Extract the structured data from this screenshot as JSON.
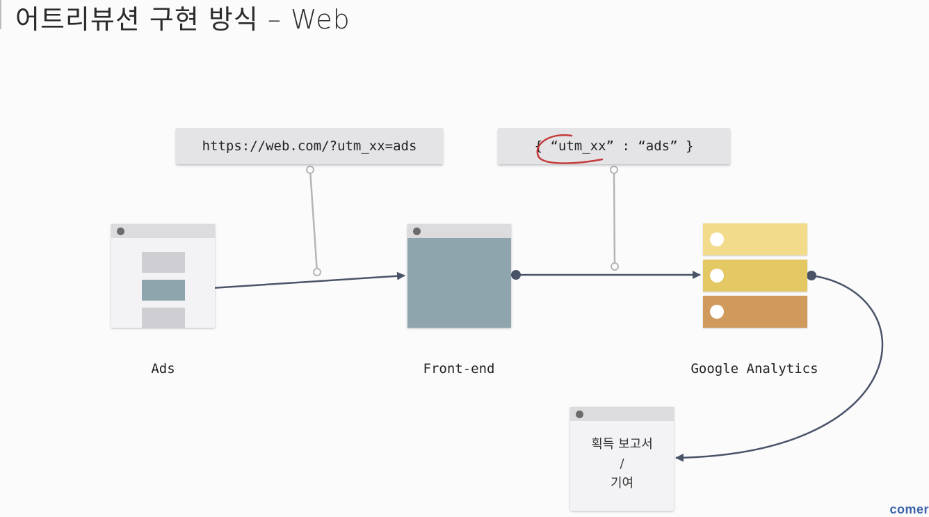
{
  "title": "어트리뷰션 구현 방식 – Web",
  "url_box": {
    "text": "https://web.com/?utm_xx=ads"
  },
  "json_box": {
    "text": "{ “utm_xx” : “ads” }"
  },
  "nodes": {
    "ads": {
      "label": "Ads"
    },
    "frontend": {
      "label": "Front-end"
    },
    "analytics": {
      "label": "Google Analytics"
    },
    "report": {
      "line1": "획득 보고서",
      "line2": "/",
      "line3": "기여"
    }
  },
  "brand": "comer",
  "colors": {
    "arrow": "#4a5468",
    "connector": "#b5b5b5",
    "frontend_fill": "#8fa5ad",
    "ads_highlight": "#8fa5ad",
    "ads_gray": "#cfcfd3",
    "ga_top": "#f2dc8c",
    "ga_middle": "#e3c864",
    "ga_bottom": "#cf9a5c",
    "annotation": "#c43a3a"
  }
}
